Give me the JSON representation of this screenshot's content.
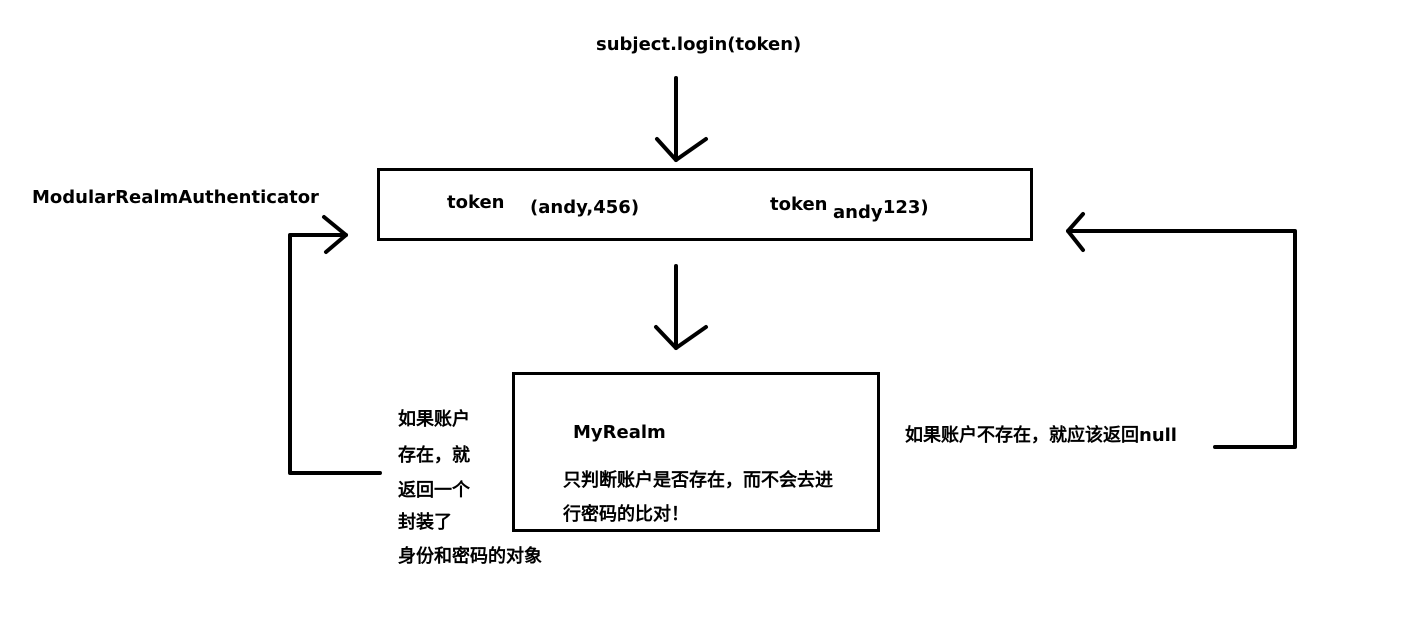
{
  "login_call": "subject.login(token)",
  "authenticator": "ModularRealmAuthenticator",
  "tokens": {
    "token1_label": "token",
    "token1_value": "(andy,456)",
    "token2_label": "token",
    "token2_value_main": "andy",
    "token2_value_rest": ",123)"
  },
  "realm": {
    "name": "MyRealm",
    "desc_line1": "只判断账户是否存在，而不会去进",
    "desc_line2": "行密码的比对！"
  },
  "exists_note": [
    "如果账户",
    "存在，就",
    "返回一个",
    "封装了",
    "身份和密码的对象"
  ],
  "not_exists_note": "如果账户不存在，就应该返回null",
  "colors": {
    "ink": "#000000",
    "background": "#ffffff"
  }
}
